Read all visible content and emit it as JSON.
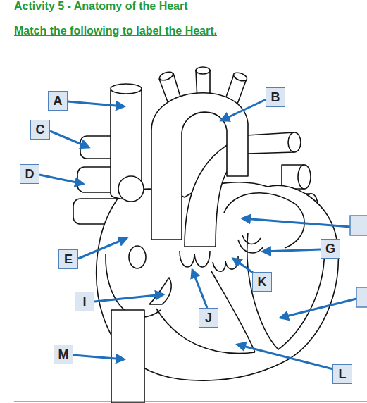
{
  "diagram": {
    "title": "Activity 5 - Anatomy of the Heart",
    "nodes": [
      {
        "text": [
          "A"
        ]
      },
      {
        "text": [
          "B"
        ]
      },
      {
        "text": [
          "C"
        ]
      },
      {
        "text": [
          "D"
        ]
      },
      {
        "text": [
          "G"
        ]
      },
      {
        "text": [
          "E"
        ]
      },
      {
        "text": [
          "K"
        ]
      },
      {
        "text": [
          "I"
        ]
      },
      {
        "text": [
          "J"
        ]
      },
      {
        "text": [
          "M"
        ]
      },
      {
        "text": [
          "L"
        ]
      }
    ],
    "labels": [
      "Match the following to label the Heart."
    ]
  }
}
